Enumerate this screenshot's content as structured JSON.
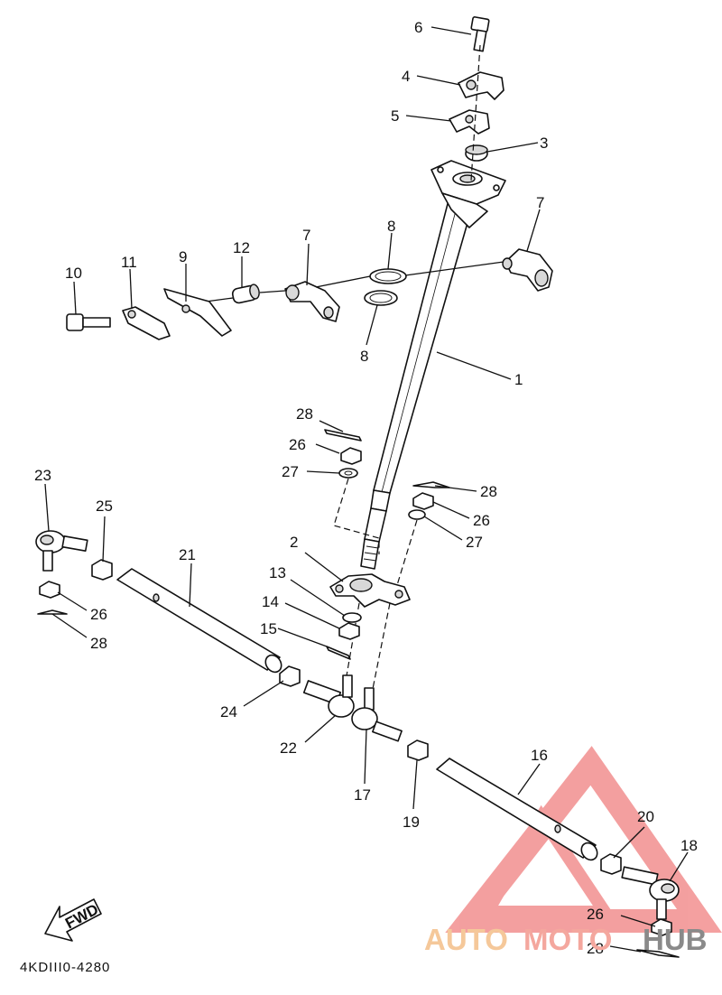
{
  "diagram": {
    "drawing_code": "4KDIII0-4280",
    "fwd_label": "FWD",
    "part_numbers": {
      "p1": "1",
      "p2": "2",
      "p3": "3",
      "p4": "4",
      "p5": "5",
      "p6": "6",
      "p7a": "7",
      "p7b": "7",
      "p8a": "8",
      "p8b": "8",
      "p9": "9",
      "p10": "10",
      "p11": "11",
      "p12": "12",
      "p13": "13",
      "p14": "14",
      "p15": "15",
      "p16": "16",
      "p17": "17",
      "p18": "18",
      "p19": "19",
      "p20": "20",
      "p21": "21",
      "p22": "22",
      "p23": "23",
      "p24": "24",
      "p25": "25",
      "p26a": "26",
      "p26b": "26",
      "p26c": "26",
      "p26d": "26",
      "p27a": "27",
      "p27b": "27",
      "p28a": "28",
      "p28b": "28",
      "p28c": "28",
      "p28d": "28"
    }
  },
  "watermark": {
    "part1": "AUTO",
    "part2": "MOTO",
    "part3": "HUB",
    "colors": {
      "auto": "#f5c89a",
      "moto": "#f4a79e",
      "hub": "#8a8a8a",
      "triangle": "#f08080"
    }
  }
}
